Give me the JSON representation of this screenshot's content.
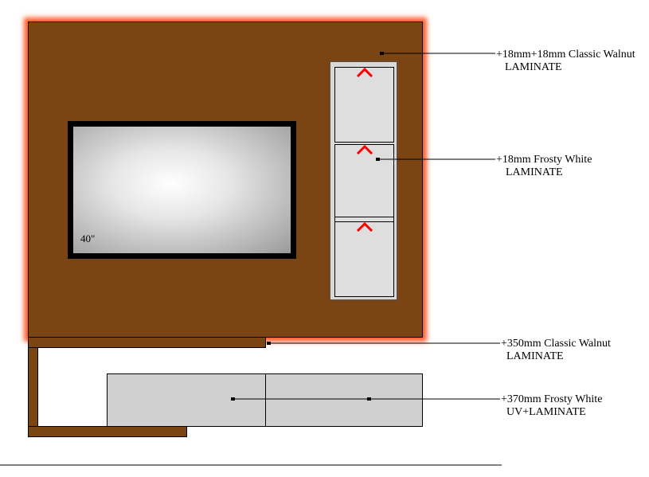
{
  "tv": {
    "size_label": "40\""
  },
  "colors": {
    "walnut": "#7a4513",
    "frosty_white": "#d9d9d9",
    "glow": "#ff5a2a",
    "handle": "#ff0000"
  },
  "callouts": [
    {
      "line1": "+18mm+18mm Classic Walnut",
      "line2": "LAMINATE"
    },
    {
      "line1": "+18mm Frosty White",
      "line2": "LAMINATE"
    },
    {
      "line1": "+350mm Classic Walnut",
      "line2": "LAMINATE"
    },
    {
      "line1": "+370mm Frosty White",
      "line2": "UV+LAMINATE"
    }
  ]
}
